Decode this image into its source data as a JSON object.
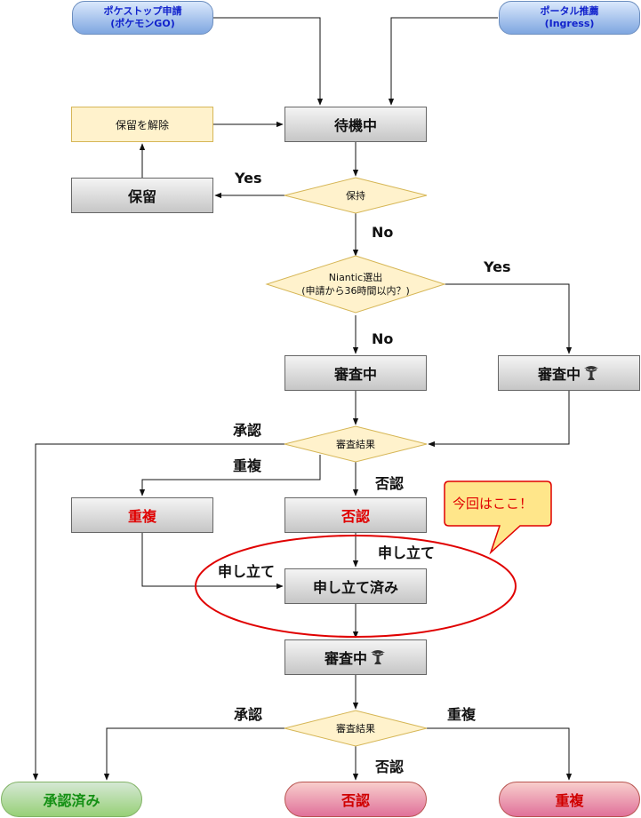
{
  "nodes": {
    "start_pokestop_line1": "ポケストップ申請",
    "start_pokestop_line2": "(ポケモンGO)",
    "start_portal_line1": "ポータル推薦",
    "start_portal_line2": "(Ingress)",
    "waiting": "待機中",
    "release_hold": "保留を解除",
    "hold": "保留",
    "decision_hold": "保持",
    "decision_niantic_line1": "Niantic選出",
    "decision_niantic_line2": "(申請から36時間以内？)",
    "reviewing": "審査中",
    "reviewing_niantic": "審査中",
    "decision_result_1": "審査結果",
    "duplicate_red": "重複",
    "rejected_red": "否認",
    "appealed": "申し立て済み",
    "reviewing_after_appeal": "審査中",
    "decision_result_2": "審査結果",
    "final_approved": "承認済み",
    "final_rejected": "否認",
    "final_duplicate": "重複"
  },
  "edge_labels": {
    "yes_hold": "Yes",
    "no_hold": "No",
    "yes_niantic": "Yes",
    "no_niantic": "No",
    "approve_1": "承認",
    "duplicate_1": "重複",
    "reject_1": "否認",
    "appeal_left": "申し立て",
    "appeal_right": "申し立て",
    "approve_2": "承認",
    "reject_2": "否認",
    "duplicate_2": "重複"
  },
  "callout": {
    "text": "今回はここ！"
  },
  "icons": {
    "niantic_icon": "niantic-tree-icon"
  },
  "colors": {
    "red": "#e00000",
    "blue_text": "#1122cc",
    "green_text": "#149014"
  }
}
